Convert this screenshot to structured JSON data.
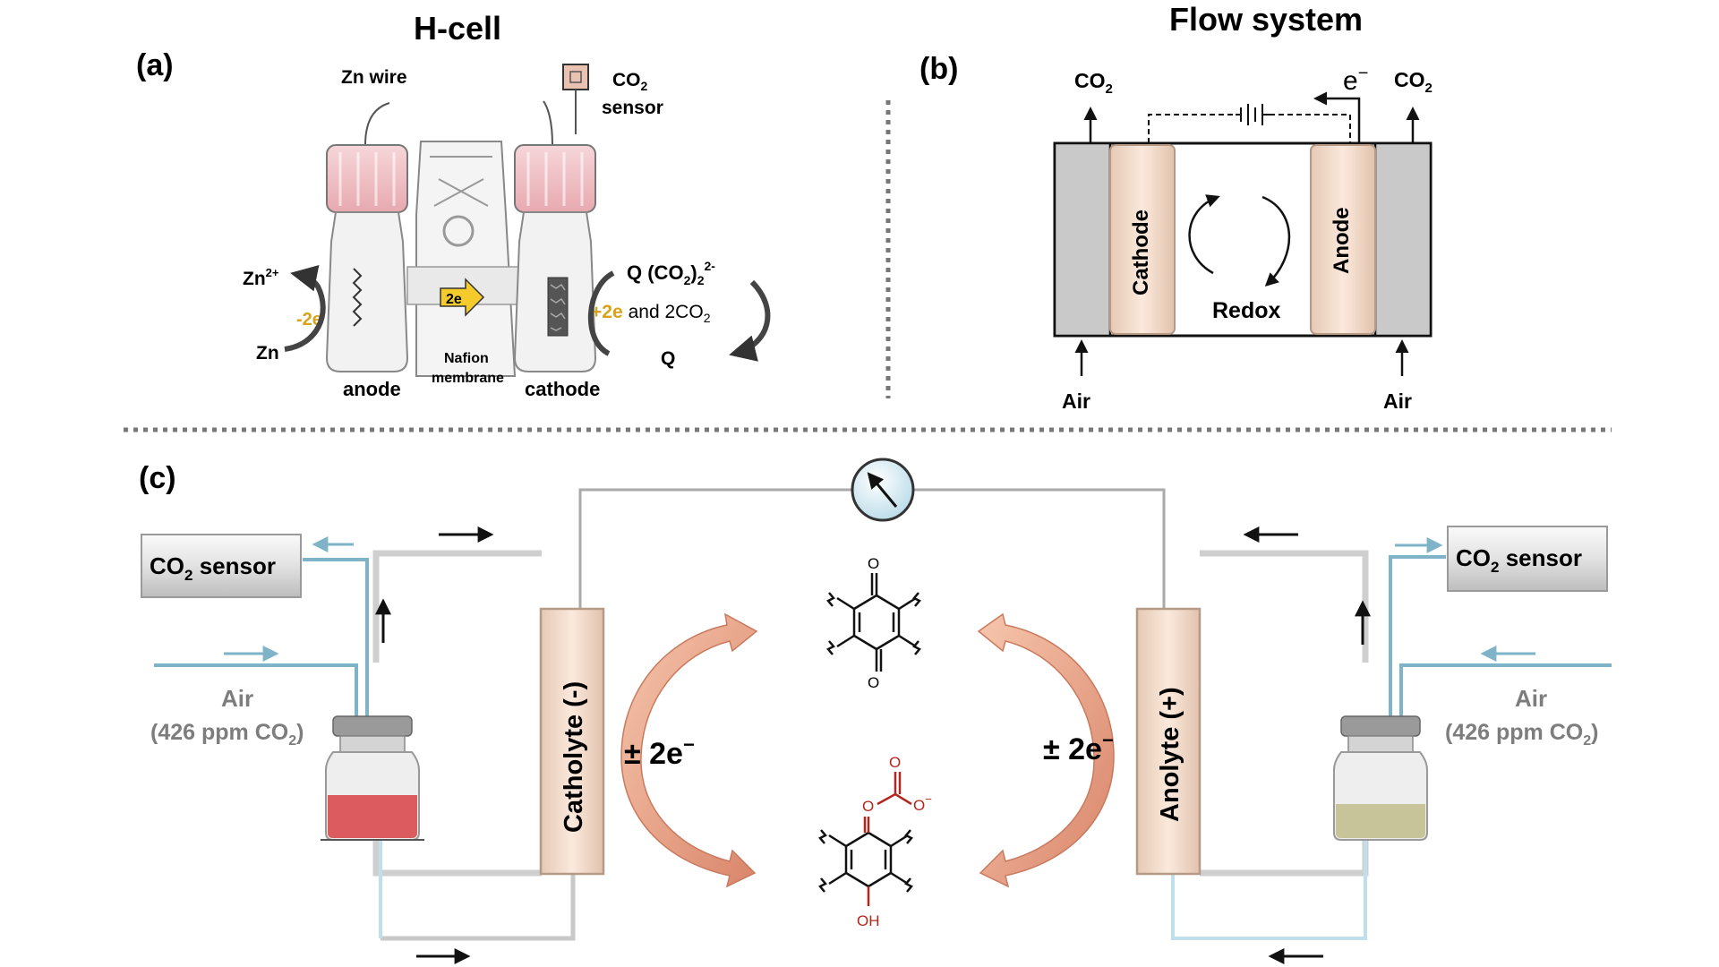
{
  "panel_a": {
    "label": "(a)",
    "title": "H-cell",
    "zn_wire": "Zn wire",
    "co2_sensor_line1": "CO",
    "co2_sensor_sub": "2",
    "co2_sensor_line2": "sensor",
    "zn2plus": "Zn",
    "zn2plus_sup": "2+",
    "minus_2e": "-2e",
    "zn": "Zn",
    "anode": "anode",
    "nafion_line1": "Nafion",
    "nafion_line2": "membrane",
    "cathode": "cathode",
    "badge_2e": "2e",
    "q_co2_main": "Q (CO",
    "q_co2_sub": "2",
    "q_co2_close": ")",
    "q_co2_sub2": "2",
    "q_co2_sup": "2-",
    "plus_2e": "+2e",
    "and_2co2": "and 2CO",
    "and_2co2_sub": "2",
    "q": "Q"
  },
  "panel_b": {
    "label": "(b)",
    "title": "Flow system",
    "co2_left": "CO",
    "co2_left_sub": "2",
    "co2_right": "CO",
    "co2_right_sub": "2",
    "electron": "e",
    "electron_sup": "−",
    "cathode": "Cathode",
    "anode": "Anode",
    "redox": "Redox",
    "air_left": "Air",
    "air_right": "Air"
  },
  "panel_c": {
    "label": "(c)",
    "sensor_left": "CO",
    "sensor_left_sub": "2",
    "sensor_left_rest": " sensor",
    "sensor_right": "CO",
    "sensor_right_sub": "2",
    "sensor_right_rest": " sensor",
    "air_left_1": "Air",
    "air_left_2": "(426 ppm CO",
    "air_left_2_sub": "2",
    "air_left_2_end": ")",
    "air_right_1": "Air",
    "air_right_2": "(426 ppm CO",
    "air_right_2_sub": "2",
    "air_right_2_end": ")",
    "catholyte": "Catholyte (-)",
    "anolyte": "Anolyte (+)",
    "pm2e_left": "± 2e",
    "pm2e_left_sup": "−",
    "pm2e_right": "± 2e",
    "pm2e_right_sup": "−",
    "quinone_o_top": "O",
    "quinone_o_bottom": "O",
    "carbonate_o1": "O",
    "carbonate_o2": "O",
    "carbonate_o3": "O",
    "carbonate_charge": "−",
    "oh": "OH"
  },
  "colors": {
    "electrode_fill": "#f3dccb",
    "electrode_stroke": "#b59a88",
    "collector_gray": "#c8c8c8",
    "tube_gray": "#c6c6c6",
    "tube_blue": "#7fb3c8",
    "arrow_orange": "#e7a486",
    "catholyte_liquid": "#d94a4e",
    "anolyte_liquid": "#c8c49a",
    "yellow_text": "#d9a21b",
    "red_struct": "#b3261e"
  }
}
